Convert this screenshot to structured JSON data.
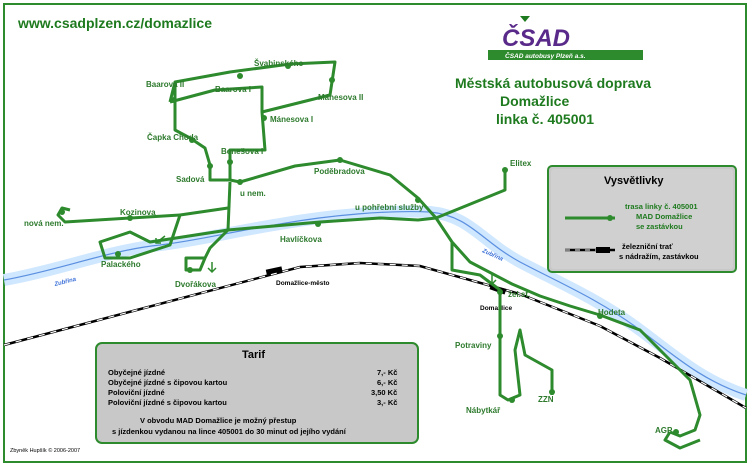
{
  "header": {
    "url": "www.csadplzen.cz/domazlice",
    "logo": {
      "mark": "ČSAD",
      "tagline": "ČSAD autobusy Plzeň a.s."
    },
    "title_lines": [
      "Městská autobusová doprava",
      "Domažlice",
      "linka č. 405001"
    ]
  },
  "legend": {
    "title": "Vysvětlivky",
    "route": [
      "trasa linky č. 405001",
      "MAD Domažlice",
      "se zastávkou"
    ],
    "rail": [
      "železniční trať",
      "s nádražím, zastávkou"
    ]
  },
  "tariff": {
    "title": "Tarif",
    "rows": [
      {
        "label": "Obyčejné jízdné",
        "price": "7,- Kč"
      },
      {
        "label": "Obyčejné jízdné s čipovou kartou",
        "price": "6,- Kč"
      },
      {
        "label": "Poloviční jízdné",
        "price": "3,50 Kč"
      },
      {
        "label": "Poloviční jízdné s čipovou kartou",
        "price": "3,- Kč"
      }
    ],
    "note": [
      "V obvodu MAD Domažlice je možný přestup",
      "s jízdenkou vydanou na lince 405001 do 30 minut od jejího vydání"
    ]
  },
  "map": {
    "stops": [
      {
        "name": "Švabinského"
      },
      {
        "name": "Baarova II"
      },
      {
        "name": "Baarova I"
      },
      {
        "name": "Mánesova II"
      },
      {
        "name": "Mánesova I"
      },
      {
        "name": "Čapka Choda"
      },
      {
        "name": "Benešova I"
      },
      {
        "name": "Sadová"
      },
      {
        "name": "u nem."
      },
      {
        "name": "Poděbradova"
      },
      {
        "name": "Elitex"
      },
      {
        "name": "u pohřební služby"
      },
      {
        "name": "Kozinova"
      },
      {
        "name": "nová nem."
      },
      {
        "name": "Havlíčkova"
      },
      {
        "name": "Palackého"
      },
      {
        "name": "Dvořákova"
      },
      {
        "name": "žel.st."
      },
      {
        "name": "Hodeta"
      },
      {
        "name": "Potraviny"
      },
      {
        "name": "ZZN"
      },
      {
        "name": "Nábytkář"
      },
      {
        "name": "AGP"
      }
    ],
    "rail_labels": [
      "Domažlice-město",
      "Domažlice"
    ],
    "river_labels": [
      "Zubřina",
      "Zubřina"
    ]
  },
  "footer": {
    "author": "Zbyněk Hupšík © 2006-2007"
  }
}
